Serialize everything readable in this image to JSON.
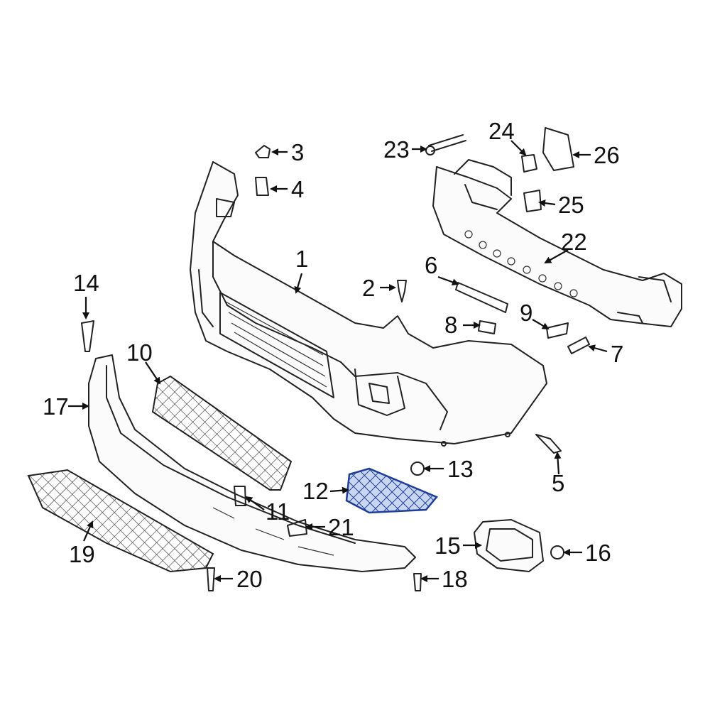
{
  "diagram": {
    "callouts": [
      {
        "id": "1",
        "label": "1"
      },
      {
        "id": "2",
        "label": "2"
      },
      {
        "id": "3",
        "label": "3"
      },
      {
        "id": "4",
        "label": "4"
      },
      {
        "id": "5",
        "label": "5"
      },
      {
        "id": "6",
        "label": "6"
      },
      {
        "id": "7",
        "label": "7"
      },
      {
        "id": "8",
        "label": "8"
      },
      {
        "id": "9",
        "label": "9"
      },
      {
        "id": "10",
        "label": "10"
      },
      {
        "id": "11",
        "label": "11"
      },
      {
        "id": "12",
        "label": "12"
      },
      {
        "id": "13",
        "label": "13"
      },
      {
        "id": "14",
        "label": "14"
      },
      {
        "id": "15",
        "label": "15"
      },
      {
        "id": "16",
        "label": "16"
      },
      {
        "id": "17",
        "label": "17"
      },
      {
        "id": "18",
        "label": "18"
      },
      {
        "id": "19",
        "label": "19"
      },
      {
        "id": "20",
        "label": "20"
      },
      {
        "id": "21",
        "label": "21"
      },
      {
        "id": "22",
        "label": "22"
      },
      {
        "id": "23",
        "label": "23"
      },
      {
        "id": "24",
        "label": "24"
      },
      {
        "id": "25",
        "label": "25"
      },
      {
        "id": "26",
        "label": "26"
      }
    ],
    "colors": {
      "line": "#222222",
      "highlight": "#1f3f9a",
      "background": "#ffffff"
    }
  }
}
